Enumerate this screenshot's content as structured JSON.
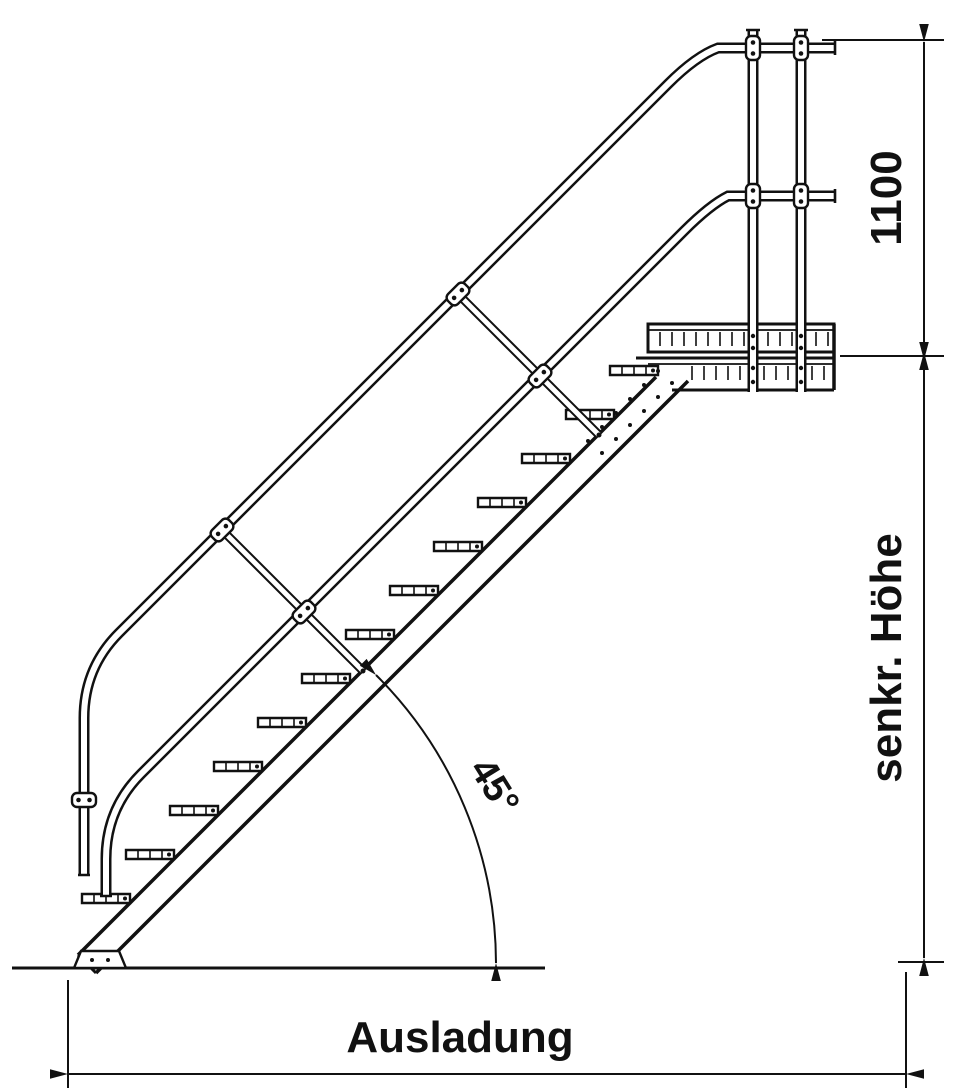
{
  "diagram": {
    "labels": {
      "rail_height": "1100",
      "vertical_height": "senkr. Höhe",
      "angle": "45°",
      "overhang": "Ausladung"
    },
    "colors": {
      "line": "#111111",
      "background": "#ffffff"
    }
  }
}
